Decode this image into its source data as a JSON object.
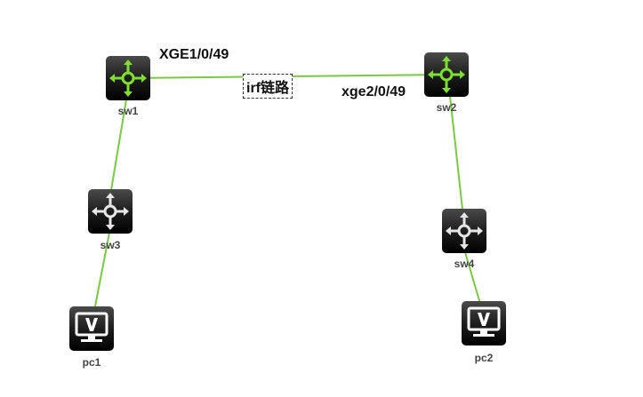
{
  "nodes": {
    "sw1": {
      "label": "sw1",
      "icon": "router-switch-icon",
      "icon_color": "#7ee02e"
    },
    "sw2": {
      "label": "sw2",
      "icon": "router-switch-icon",
      "icon_color": "#7ee02e"
    },
    "sw3": {
      "label": "sw3",
      "icon": "router-switch-icon",
      "icon_color": "#e6e6e6"
    },
    "sw4": {
      "label": "sw4",
      "icon": "router-switch-icon",
      "icon_color": "#e6e6e6"
    },
    "pc1": {
      "label": "pc1",
      "icon": "monitor-icon"
    },
    "pc2": {
      "label": "pc2",
      "icon": "monitor-icon"
    }
  },
  "links": [
    {
      "from": "sw1",
      "to": "sw2",
      "label": "irf链路"
    },
    {
      "from": "sw1",
      "to": "sw3"
    },
    {
      "from": "sw3",
      "to": "pc1"
    },
    {
      "from": "sw2",
      "to": "sw4"
    },
    {
      "from": "sw4",
      "to": "pc2"
    }
  ],
  "ports": {
    "sw1_port": "XGE1/0/49",
    "sw2_port": "xge2/0/49"
  },
  "colors": {
    "link": "#7ac943",
    "device_body": "#1a1a1a",
    "active_icon": "#7ee02e",
    "inactive_icon": "#e6e6e6"
  }
}
